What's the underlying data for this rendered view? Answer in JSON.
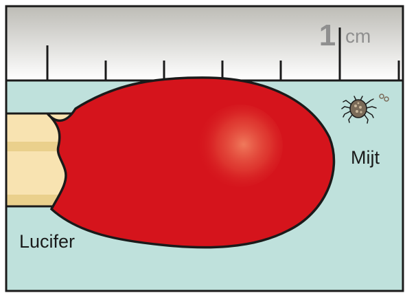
{
  "ruler": {
    "major_label": "1",
    "unit": "cm"
  },
  "labels": {
    "match": "Lucifer",
    "mite": "Mijt"
  },
  "colors": {
    "ruler_top": "#bdbcb6",
    "ruler_bottom": "#ffffff",
    "background": "#bfe1dc",
    "match_head": "#d5141c",
    "match_highlight": "#f07a5c",
    "match_stick": "#f8e3b1",
    "outline": "#1a1a1a"
  },
  "icons": {
    "mite": "mite-icon"
  }
}
